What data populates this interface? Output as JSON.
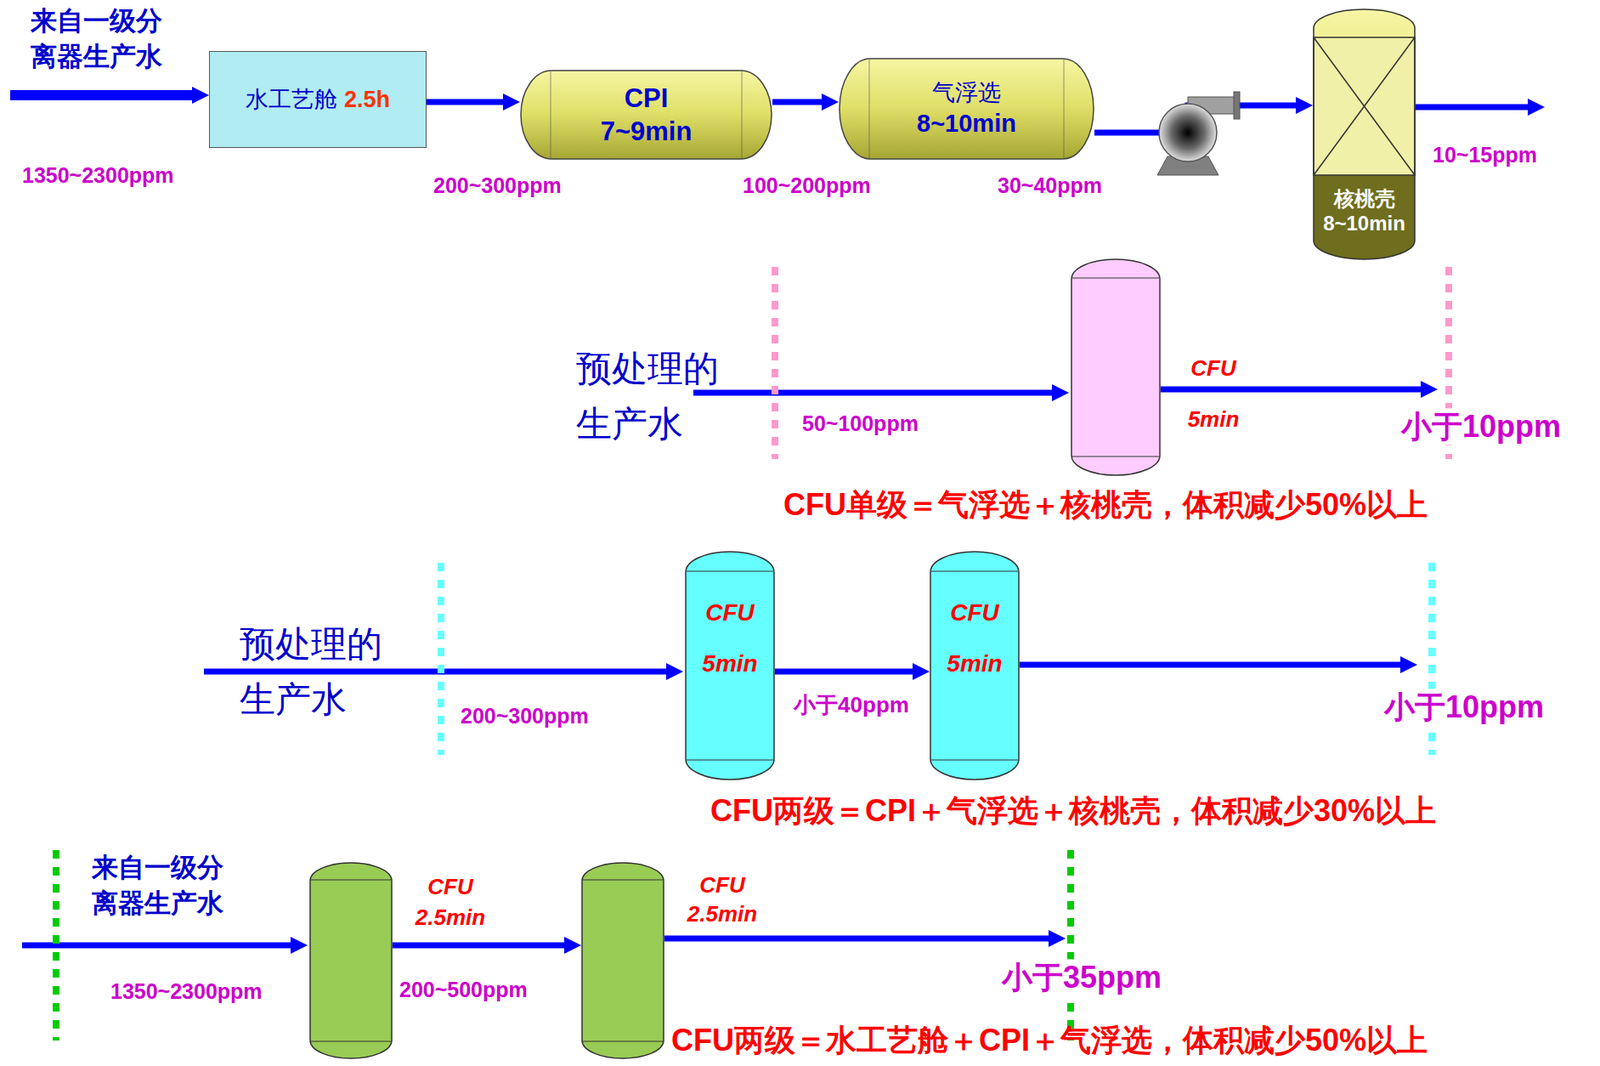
{
  "diagram": {
    "nodes": [
      {
        "text": [
          "水工艺舱",
          "2.5h"
        ]
      },
      {
        "text": [
          "CPI",
          "7~9min"
        ]
      },
      {
        "text": [
          "气浮选",
          "8~10min"
        ]
      },
      {
        "text": [
          "核桃壳",
          "8~10min"
        ]
      },
      {
        "text": [
          "CFU",
          "5min"
        ]
      },
      {
        "text": [
          "CFU",
          "5min"
        ]
      },
      {
        "text": [
          "CFU",
          "5min"
        ]
      },
      {
        "text": [
          "CFU",
          "2.5min"
        ]
      },
      {
        "text": [
          "CFU",
          "2.5min"
        ]
      }
    ],
    "edges": [
      {
        "from": 0,
        "to": 1,
        "arrow": "to"
      },
      {
        "from": 1,
        "to": 2,
        "arrow": "to"
      },
      {
        "from": 2,
        "to": 3,
        "arrow": "to"
      },
      {
        "from": 5,
        "to": 6,
        "label": "小于40ppm",
        "arrow": "to"
      },
      {
        "from": 7,
        "to": 8,
        "label": "200~500ppm",
        "arrow": "to"
      }
    ],
    "labels": [
      "来自一级分离器生产水",
      "1350~2300ppm",
      "200~300ppm",
      "100~200ppm",
      "30~40ppm",
      "10~15ppm",
      "预处理的生产水",
      "50~100ppm",
      "小于10ppm",
      "CFU单级＝气浮选＋核桃壳，体积减少50%以上",
      "预处理的生产水",
      "200~300ppm",
      "小于10ppm",
      "CFU两级＝CPI＋气浮选＋核桃壳，体积减少30%以上",
      "来自一级分离器生产水",
      "1350~2300ppm",
      "小于35ppm",
      "CFU两级＝水工艺舱＋CPI＋气浮选，体积减少50%以上"
    ]
  }
}
